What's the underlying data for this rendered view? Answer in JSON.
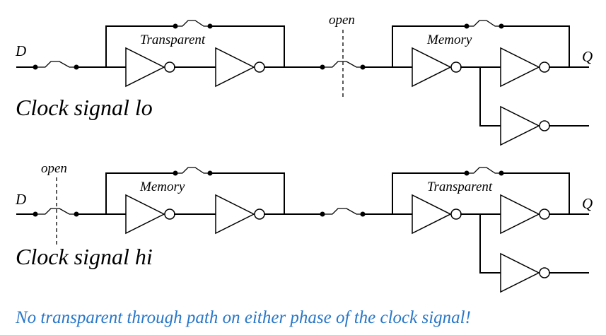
{
  "top": {
    "input_label": "D",
    "output_label": "Q",
    "master_label": "Transparent",
    "slave_label": "Memory",
    "switch_label": "open",
    "phase_label": "Clock signal lo"
  },
  "bottom": {
    "input_label": "D",
    "output_label": "Q",
    "master_label": "Memory",
    "slave_label": "Transparent",
    "switch_label": "open",
    "phase_label": "Clock signal hi"
  },
  "caption": "No transparent through path on either phase of the clock signal!",
  "colors": {
    "caption": "#2877c9",
    "lines": "#000000"
  }
}
